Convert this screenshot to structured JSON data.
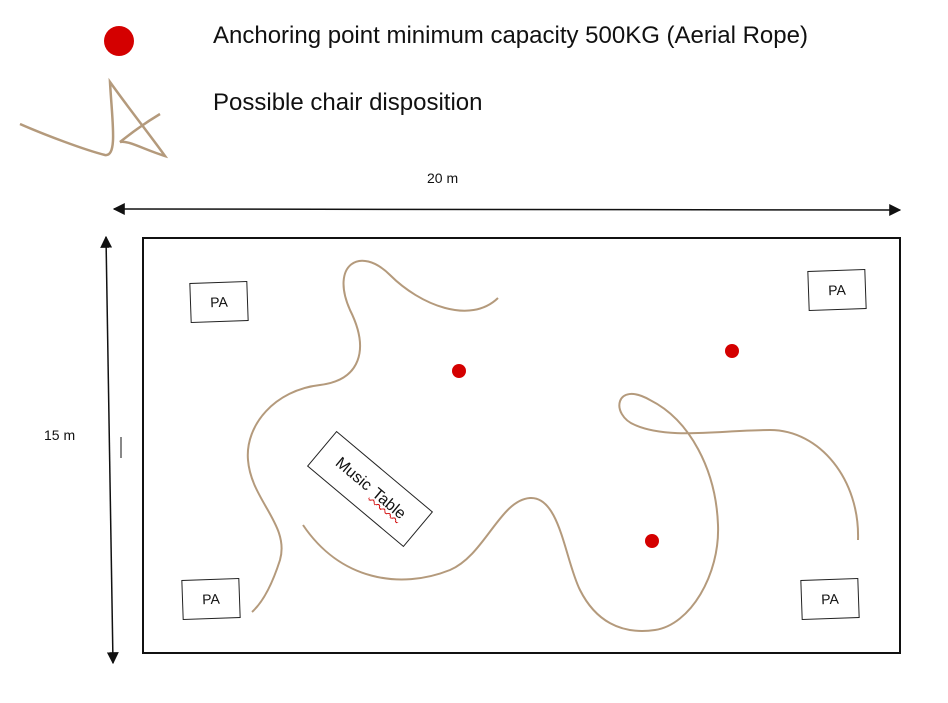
{
  "legend": {
    "anchor_label": "Anchoring point minimum capacity 500KG (Aerial Rope)",
    "chair_label": "Possible chair disposition",
    "anchor_color": "#d40000",
    "chair_line_color": "#b49a7c"
  },
  "dimensions": {
    "width_label": "20 m",
    "height_label": "15 m"
  },
  "room": {
    "pa_label": "PA",
    "music_table_word1": "Music",
    "music_table_word2": "Table"
  }
}
